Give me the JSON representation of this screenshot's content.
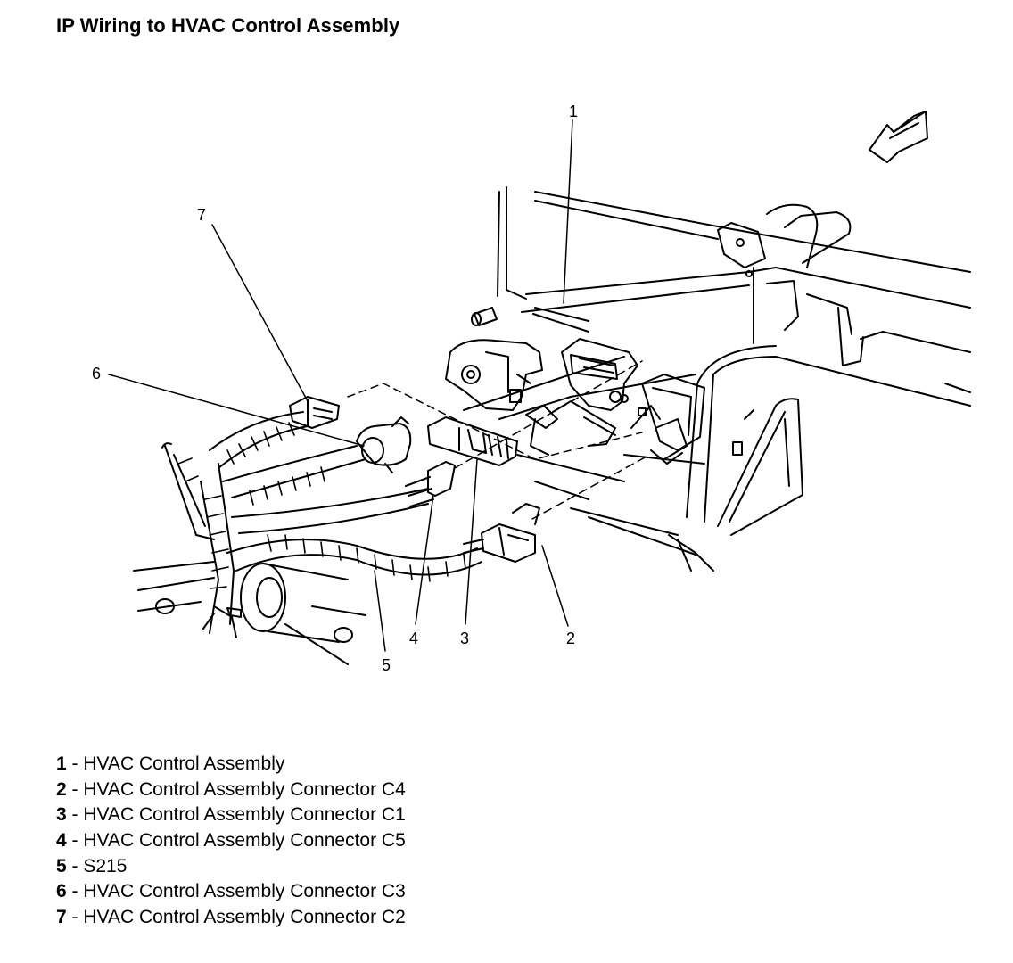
{
  "title": "IP Wiring to HVAC Control Assembly",
  "callouts": [
    "1",
    "2",
    "3",
    "4",
    "5",
    "6",
    "7"
  ],
  "legend": [
    {
      "num": "1",
      "sep": " - ",
      "label": "HVAC Control Assembly"
    },
    {
      "num": "2",
      "sep": " - ",
      "label": "HVAC Control Assembly Connector C4"
    },
    {
      "num": "3",
      "sep": " - ",
      "label": "HVAC Control Assembly Connector C1"
    },
    {
      "num": "4",
      "sep": " - ",
      "label": "HVAC Control Assembly Connector C5"
    },
    {
      "num": "5",
      "sep": " - ",
      "label": "S215"
    },
    {
      "num": "6",
      "sep": " - ",
      "label": "HVAC Control Assembly Connector C3"
    },
    {
      "num": "7",
      "sep": " - ",
      "label": "HVAC Control Assembly Connector C2"
    }
  ]
}
